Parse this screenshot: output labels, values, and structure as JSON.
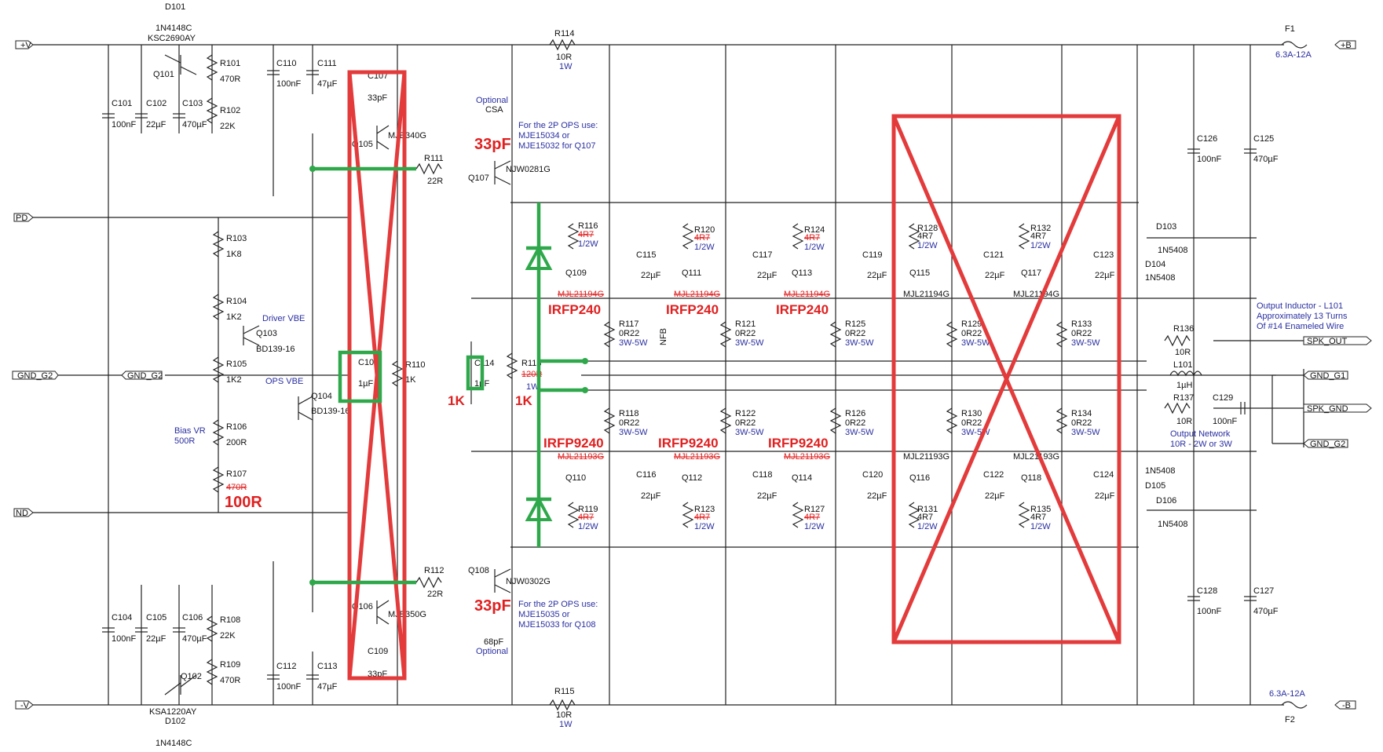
{
  "ports": {
    "plus_v": "+V",
    "minus_v": "-V",
    "pd": "PD",
    "nd": "ND",
    "gnd_g2_left": "GND_G2",
    "gnd_g2_mid": "GND_G2",
    "plus_b": "+B",
    "minus_b": "-B",
    "spk_out": "SPK_OUT",
    "gnd_g1": "GND_G1",
    "spk_gnd": "SPK_GND",
    "gnd_g2_right": "GND_G2"
  },
  "parts": {
    "d101": "D101",
    "d101_val": "1N4148C",
    "q101_val": "KSC2690AY",
    "q101": "Q101",
    "r101": "R101",
    "r101_val": "470R",
    "r102": "R102",
    "r102_val": "22K",
    "c101": "C101",
    "c101_val": "100nF",
    "c102": "C102",
    "c102_val": "22µF",
    "c103": "C103",
    "c103_val": "470µF",
    "c110": "C110",
    "c110_val": "100nF",
    "c111": "C111",
    "c111_val": "47µF",
    "c107": "C107",
    "c107_val": "33pF",
    "q105": "Q105",
    "q105_val": "MJE340G",
    "r111": "R111",
    "r111_val": "22R",
    "r114": "R114",
    "r114_val": "10R",
    "r114_w": "1W",
    "csa_opt": "Optional",
    "csa": "CSA",
    "q107": "Q107",
    "q107_val": "NJW0281G",
    "note_q107_1": "For the 2P OPS use:",
    "note_q107_2": "MJE15034 or",
    "note_q107_3": "MJE15032 for Q107",
    "r103": "R103",
    "r103_val": "1K8",
    "r104": "R104",
    "r104_val": "1K2",
    "r105": "R105",
    "r105_val": "1K2",
    "driver_vbe": "Driver VBE",
    "q103": "Q103",
    "q103_val": "BD139-16",
    "ops_vbe": "OPS VBE",
    "q104": "Q104",
    "q104_val": "BD139-16",
    "bias_vr_1": "Bias VR",
    "bias_vr_2": "500R",
    "r106": "R106",
    "r106_val": "200R",
    "r107": "R107",
    "r107_val": "470R",
    "c108": "C108",
    "c108_val": "1µF",
    "r110": "R110",
    "r110_val": "1K",
    "r112": "R112",
    "r112_val": "22R",
    "q108": "Q108",
    "q108_val": "NJW0302G",
    "note_q108_1": "For the 2P OPS use:",
    "note_q108_2": "MJE15035 or",
    "note_q108_3": "MJE15033 for Q108",
    "c_bot_val": "68pF",
    "c_bot_opt": "Optional",
    "c104": "C104",
    "c104_val": "100nF",
    "c105": "C105",
    "c105_val": "22µF",
    "c106": "C106",
    "c106_val": "470µF",
    "r108": "R108",
    "r108_val": "22K",
    "r109": "R109",
    "r109_val": "470R",
    "q102": "Q102",
    "q102_val": "KSA1220AY",
    "d102": "D102",
    "d102_val": "1N4148C",
    "c112": "C112",
    "c112_val": "100nF",
    "c113": "C113",
    "c113_val": "47µF",
    "q106": "Q106",
    "q106_val": "MJE350G",
    "c109": "C109",
    "c109_val": "33pF",
    "r115": "R115",
    "r115_val": "10R",
    "r115_w": "1W",
    "c114": "C114",
    "c114_val": "1µF",
    "r113": "R113",
    "r113_val": "120R",
    "r113_w": "1W",
    "nfb": "NFB",
    "r116": "R116",
    "r116_val": "4R7",
    "r116_w": "1/2W",
    "q109": "Q109",
    "c115": "C115",
    "c115_val": "22µF",
    "q109_val": "MJL21194G",
    "r117": "R117",
    "r117_val": "0R22",
    "r117_w": "3W-5W",
    "r120": "R120",
    "r120_val": "4R7",
    "r120_w": "1/2W",
    "q111": "Q111",
    "c117": "C117",
    "c117_val": "22µF",
    "q111_val": "MJL21194G",
    "r121": "R121",
    "r121_val": "0R22",
    "r121_w": "3W-5W",
    "r124": "R124",
    "r124_val": "4R7",
    "r124_w": "1/2W",
    "q113": "Q113",
    "c119": "C119",
    "c119_val": "22µF",
    "q113_val": "MJL21194G",
    "r125": "R125",
    "r125_val": "0R22",
    "r125_w": "3W-5W",
    "r128": "R128",
    "r128_val": "4R7",
    "r128_w": "1/2W",
    "q115": "Q115",
    "c121": "C121",
    "c121_val": "22µF",
    "q115_val": "MJL21194G",
    "r129": "R129",
    "r129_val": "0R22",
    "r129_w": "3W-5W",
    "r132": "R132",
    "r132_val": "4R7",
    "r132_w": "1/2W",
    "q117": "Q117",
    "c123": "C123",
    "c123_val": "22µF",
    "q117_val": "MJL21194G",
    "r133": "R133",
    "r133_val": "0R22",
    "r133_w": "3W-5W",
    "r118": "R118",
    "r118_val": "0R22",
    "r118_w": "3W-5W",
    "q110_val": "MJL21193G",
    "q110": "Q110",
    "c116": "C116",
    "c116_val": "22µF",
    "r119": "R119",
    "r119_val": "4R7",
    "r119_w": "1/2W",
    "r122": "R122",
    "r122_val": "0R22",
    "r122_w": "3W-5W",
    "q112_val": "MJL21193G",
    "q112": "Q112",
    "c118": "C118",
    "c118_val": "22µF",
    "r123": "R123",
    "r123_val": "4R7",
    "r123_w": "1/2W",
    "r126": "R126",
    "r126_val": "0R22",
    "r126_w": "3W-5W",
    "q114_val": "MJL21193G",
    "q114": "Q114",
    "c120": "C120",
    "c120_val": "22µF",
    "r127": "R127",
    "r127_val": "4R7",
    "r127_w": "1/2W",
    "r130": "R130",
    "r130_val": "0R22",
    "r130_w": "3W-5W",
    "q116_val": "MJL21193G",
    "q116": "Q116",
    "c122": "C122",
    "c122_val": "22µF",
    "r131": "R131",
    "r131_val": "4R7",
    "r131_w": "1/2W",
    "r134": "R134",
    "r134_val": "0R22",
    "r134_w": "3W-5W",
    "q118_val": "MJL21193G",
    "q118": "Q118",
    "c124": "C124",
    "c124_val": "22µF",
    "r135": "R135",
    "r135_val": "4R7",
    "r135_w": "1/2W",
    "f1": "F1",
    "f1_val": "6.3A-12A",
    "f2": "F2",
    "f2_val": "6.3A-12A",
    "c126": "C126",
    "c126_val": "100nF",
    "c125": "C125",
    "c125_val": "470µF",
    "d103": "D103",
    "d103_val": "1N5408",
    "d104": "D104",
    "d104_val": "1N5408",
    "c128": "C128",
    "c128_val": "100nF",
    "c127": "C127",
    "c127_val": "470µF",
    "d105_val": "1N5408",
    "d105": "D105",
    "d106": "D106",
    "d106_val": "1N5408",
    "out_ind_1": "Output Inductor - L101",
    "out_ind_2": "Approximately 13 Turns",
    "out_ind_3": "Of #14 Enameled Wire",
    "r136": "R136",
    "r136_val": "10R",
    "l101": "L101",
    "l101_val": "1µH",
    "r137": "R137",
    "r137_val": "10R",
    "c129": "C129",
    "c129_val": "100nF",
    "out_net_1": "Output Network",
    "out_net_2": "10R - 2W or 3W"
  },
  "annotations": {
    "cap_33pf_top": "33pF",
    "cap_33pf_bot": "33pF",
    "irfp240_1": "IRFP240",
    "irfp240_2": "IRFP240",
    "irfp240_3": "IRFP240",
    "irfp9240_1": "IRFP9240",
    "irfp9240_2": "IRFP9240",
    "irfp9240_3": "IRFP9240",
    "r107_new": "100R",
    "c114_new": "1K",
    "r113_new": "1K"
  },
  "colors": {
    "annotation_red": "#e02020",
    "annotation_green": "#2ea84a",
    "label_blue": "#2a2fa0",
    "wire": "#222222"
  }
}
